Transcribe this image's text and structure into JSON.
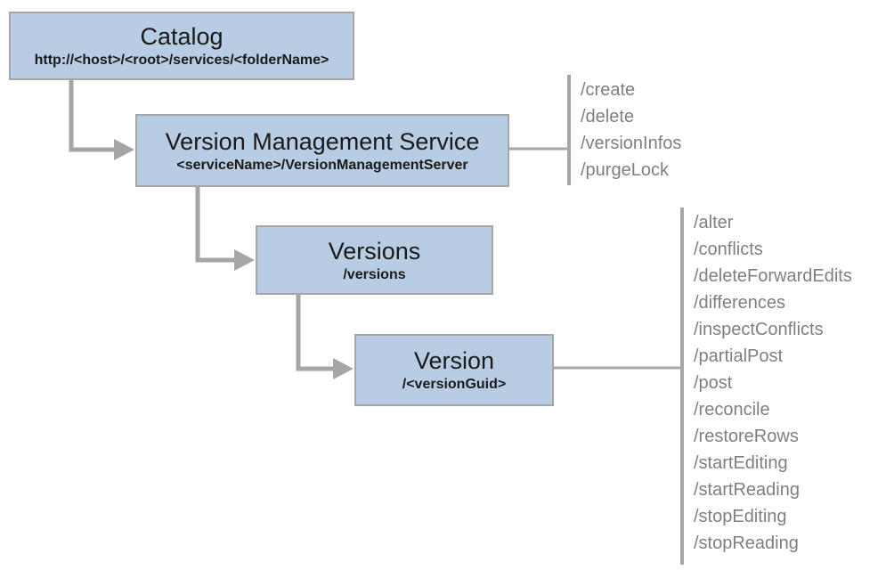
{
  "diagram": {
    "colors": {
      "node_fill": "#b8cce4",
      "node_border": "#a6a6a6",
      "connector": "#a6a6a6",
      "operation_text": "#7f7f7f",
      "node_text": "#1a1a1a"
    },
    "nodes": [
      {
        "id": "catalog",
        "title": "Catalog",
        "subtitle": "http://<host>/<root>/services/<folderName>"
      },
      {
        "id": "vms",
        "title": "Version Management Service",
        "subtitle": "<serviceName>/VersionManagementServer"
      },
      {
        "id": "versions",
        "title": "Versions",
        "subtitle": "/versions"
      },
      {
        "id": "version",
        "title": "Version",
        "subtitle": "/<versionGuid>"
      }
    ],
    "edges": [
      {
        "from": "catalog",
        "to": "vms"
      },
      {
        "from": "vms",
        "to": "versions"
      },
      {
        "from": "versions",
        "to": "version"
      }
    ],
    "operation_groups": [
      {
        "attached_to": "Version Management Service",
        "operations": [
          "/create",
          "/delete",
          "/versionInfos",
          "/purgeLock"
        ]
      },
      {
        "attached_to": "Version",
        "operations": [
          "/alter",
          "/conflicts",
          "/deleteForwardEdits",
          "/differences",
          "/inspectConflicts",
          "/partialPost",
          "/post",
          "/reconcile",
          "/restoreRows",
          "/startEditing",
          "/startReading",
          "/stopEditing",
          "/stopReading"
        ]
      }
    ]
  }
}
